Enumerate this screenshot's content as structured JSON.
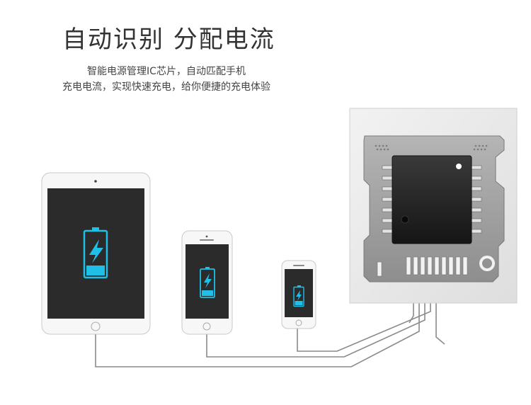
{
  "headline": {
    "title": "自动识别 分配电流",
    "line1": "智能电源管理IC芯片，自动匹配手机",
    "line2": "充电电流，实现快速充电，给你便捷的充电体验"
  },
  "devices": [
    {
      "name": "tablet",
      "battery_icon": "battery-charging-icon"
    },
    {
      "name": "phone-large",
      "battery_icon": "battery-charging-icon"
    },
    {
      "name": "phone-small",
      "battery_icon": "battery-charging-icon"
    }
  ],
  "colors": {
    "battery": "#1ec0e8",
    "screen": "#2b2b2b",
    "board": "#9a9a9a",
    "chip": "#222222",
    "wire": "#8a8a8a"
  }
}
